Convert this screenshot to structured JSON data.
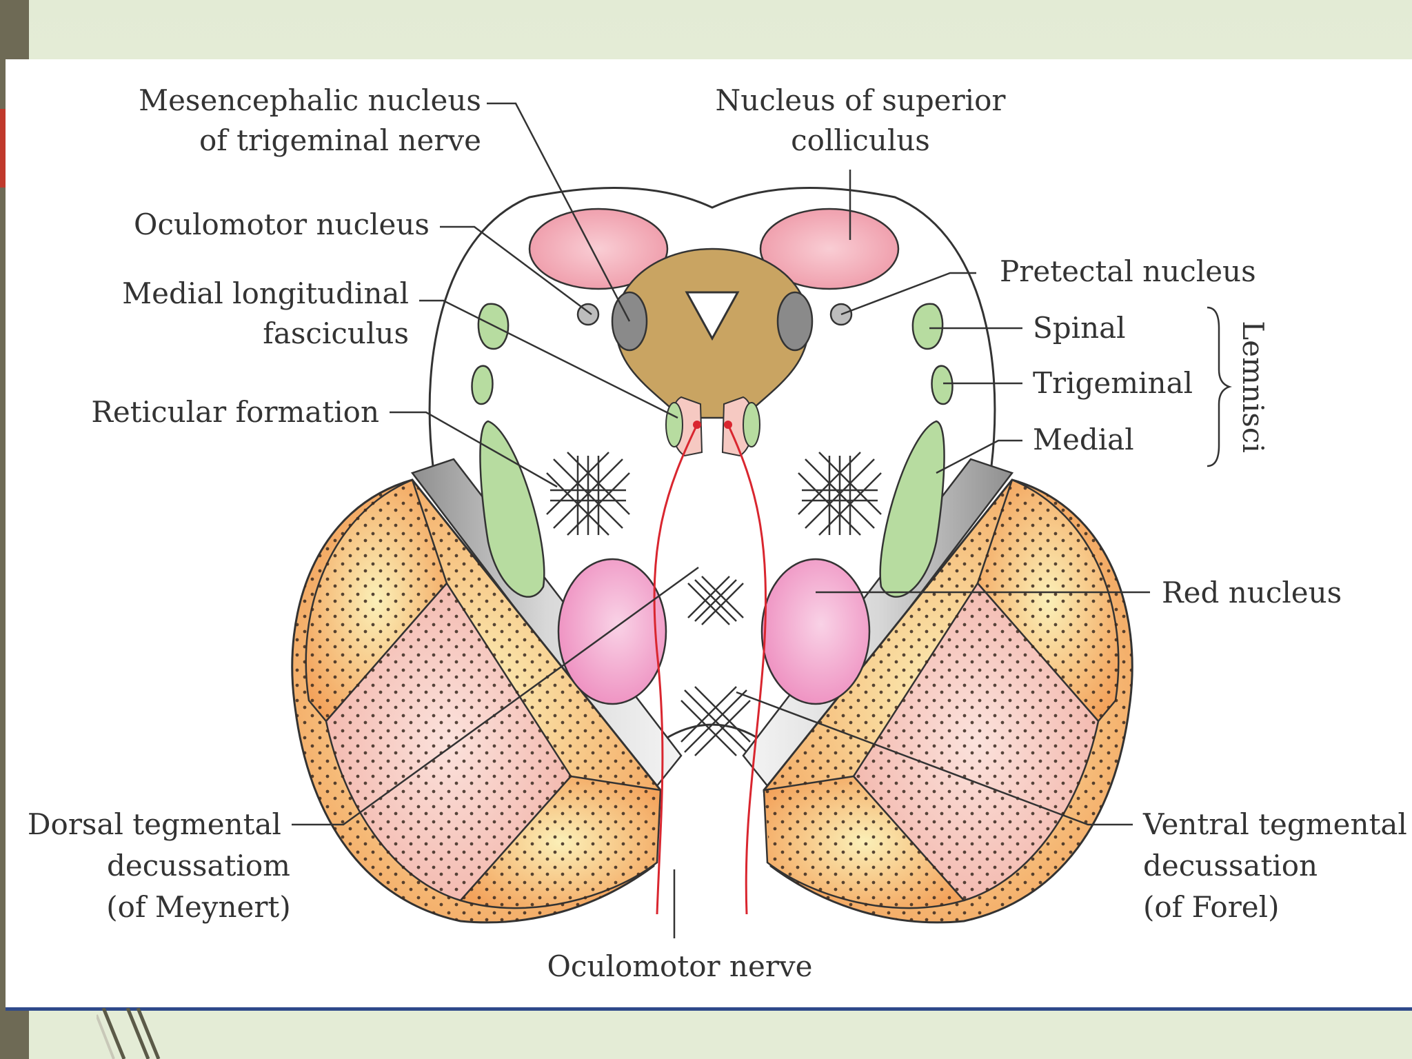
{
  "labels": {
    "mesencephalic_1": "Mesencephalic nucleus",
    "mesencephalic_2": "of trigeminal nerve",
    "superior_colliculus_1": "Nucleus of superior",
    "superior_colliculus_2": "colliculus",
    "oculomotor_nucleus": "Oculomotor nucleus",
    "pretectal_nucleus": "Pretectal nucleus",
    "mlf_1": "Medial longitudinal",
    "mlf_2": "fasciculus",
    "spinal": "Spinal",
    "trigeminal": "Trigeminal",
    "medial": "Medial",
    "lemnisci": "Lemnisci",
    "reticular_formation": "Reticular formation",
    "red_nucleus": "Red nucleus",
    "dorsal_tegmental_1": "Dorsal tegmental",
    "dorsal_tegmental_2": "decussatiom",
    "dorsal_tegmental_3": "(of Meynert)",
    "ventral_tegmental_1": "Ventral tegmental",
    "ventral_tegmental_2": "decussation",
    "ventral_tegmental_3": "(of Forel)",
    "oculomotor_nerve": "Oculomotor nerve"
  },
  "colors": {
    "colliculus": "#f3a6b3",
    "aqueduct_grey": "#c9a462",
    "mesencephalic_dark": "#8a8a8a",
    "lemniscus_green": "#b7dca0",
    "red_nucleus": "#f29ac8",
    "crus_orange": "#f6b26b",
    "crus_pink": "#f5c7c0",
    "substantia_grey": "#a9a9a9",
    "nerve_red": "#d9262f",
    "panel_border": "#2f4a8a"
  }
}
